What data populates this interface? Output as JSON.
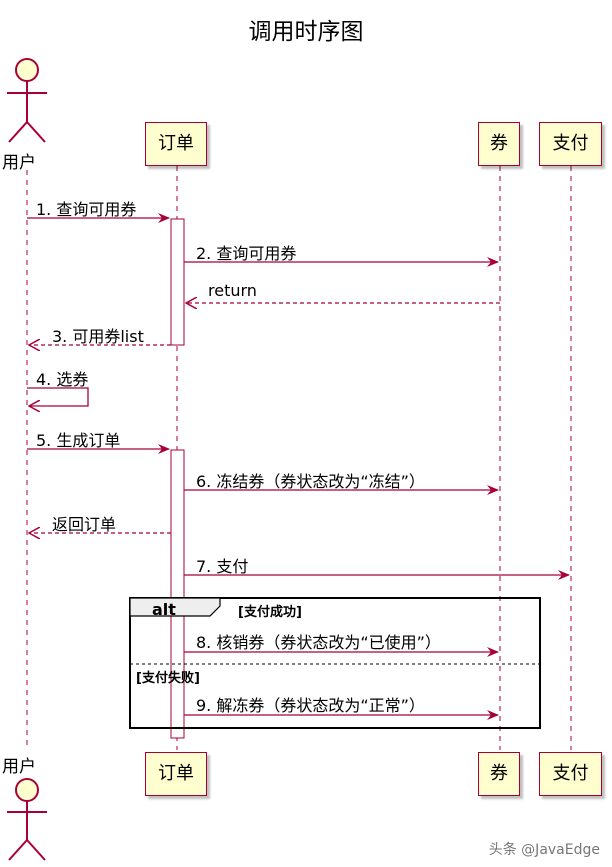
{
  "title": "调用时序图",
  "participants": {
    "user": "用户",
    "order": "订单",
    "coupon": "券",
    "pay": "支付"
  },
  "messages": {
    "m1": "1. 查询可用券",
    "m2": "2. 查询可用券",
    "m_return": "return",
    "m3": "3. 可用券list",
    "m4": "4. 选券",
    "m5": "5. 生成订单",
    "m6": "6. 冻结券（券状态改为“冻结”）",
    "m_back": "返回订单",
    "m7": "7. 支付",
    "m8": "8. 核销券（券状态改为“已使用”）",
    "m9": "9. 解冻券（券状态改为“正常”）"
  },
  "alt": {
    "keyword": "alt",
    "condition_success": "[支付成功]",
    "condition_fail": "[支付失败]"
  },
  "watermark": "头条 @JavaEdge",
  "colors": {
    "line": "#a80036",
    "box_fill": "#fefece"
  }
}
